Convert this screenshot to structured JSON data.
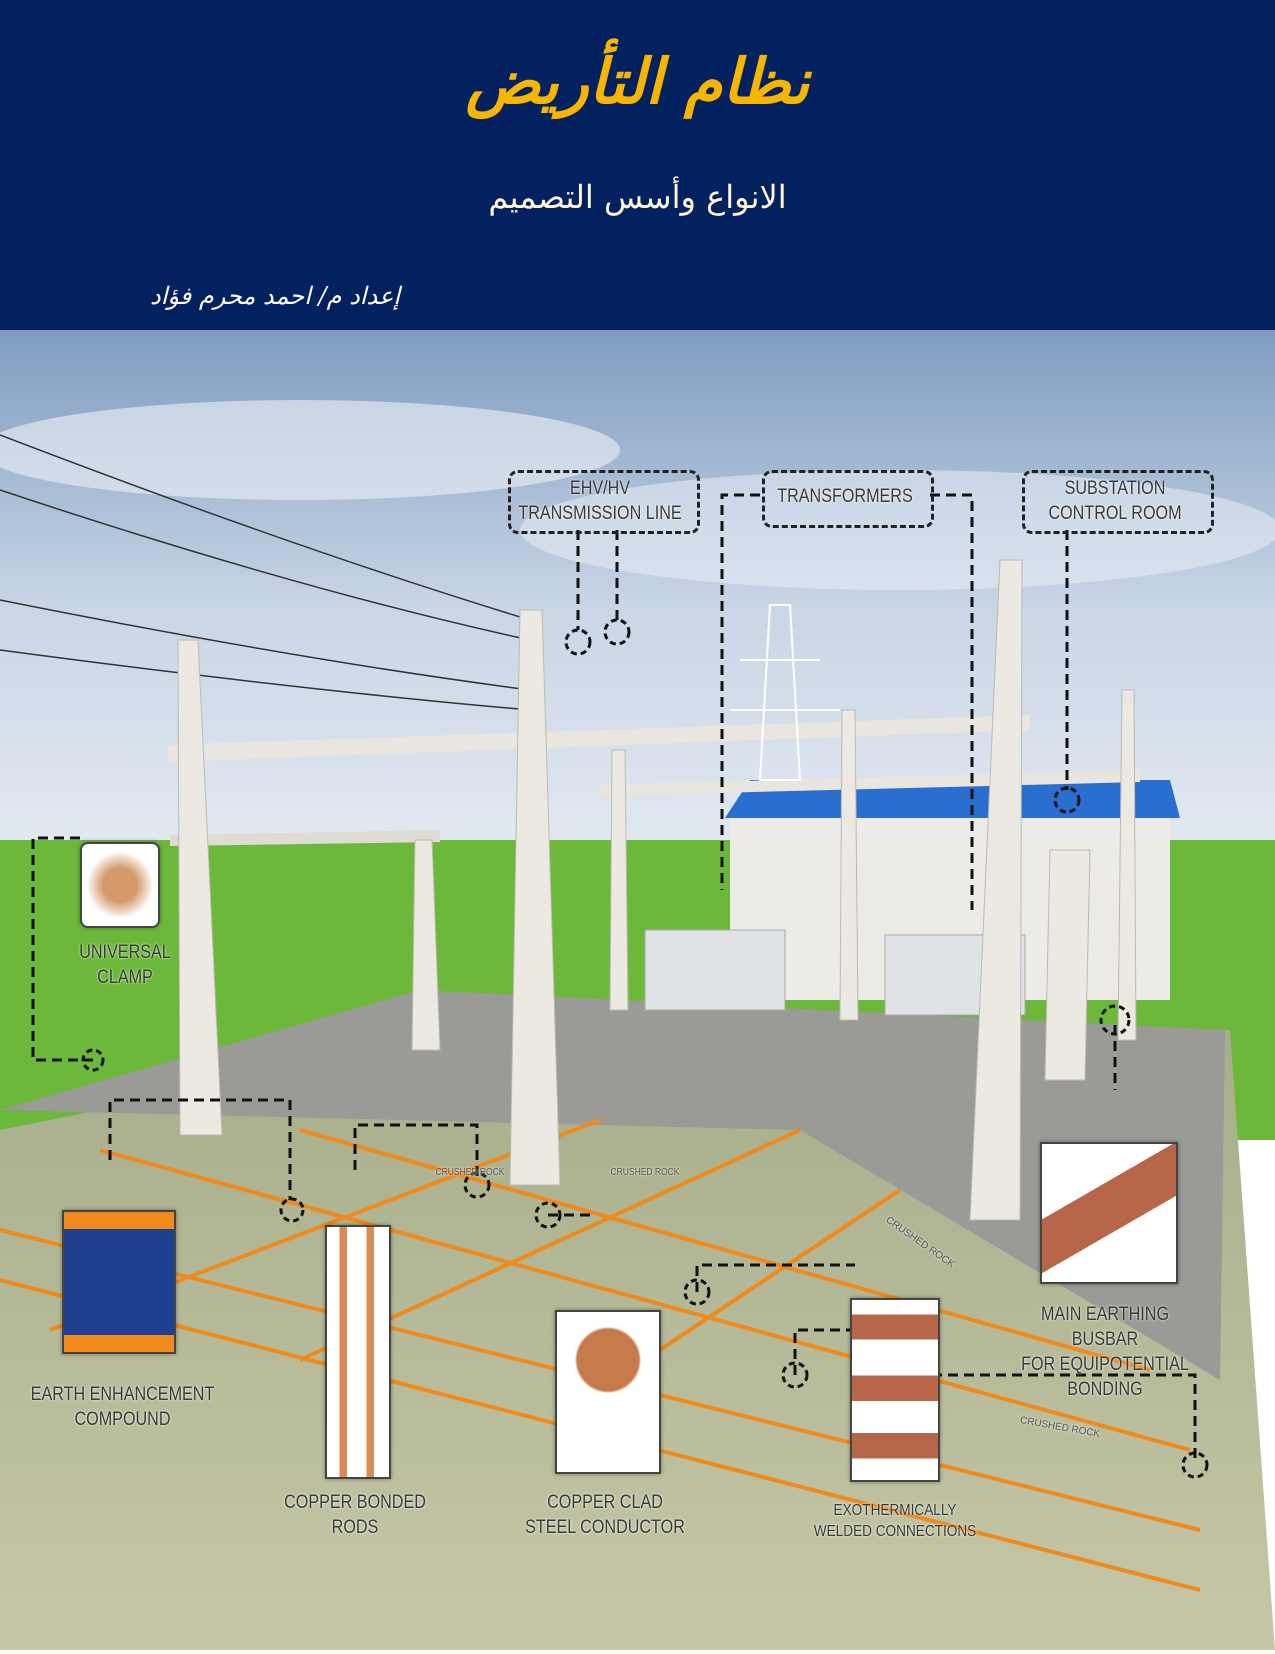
{
  "header": {
    "title": "نظام التأريض",
    "subtitle": "الانواع وأسس التصميم",
    "author": "إعداد م/ احمد محرم فؤاد"
  },
  "colors": {
    "header_bg": "#03215f",
    "title": "#f7b500",
    "roof": "#2a6fd0",
    "grass": "#6cb83a",
    "grid": "#f08a1c"
  },
  "labels": {
    "transmission_line": [
      "EHV/HV",
      "TRANSMISSION LINE"
    ],
    "transformers": "TRANSFORMERS",
    "control_room": [
      "SUBSTATION",
      "CONTROL ROOM"
    ],
    "universal_clamp": [
      "UNIVERSAL",
      "CLAMP"
    ],
    "earth_compound": [
      "EARTH ENHANCEMENT",
      "COMPOUND"
    ],
    "copper_rods": [
      "COPPER BONDED",
      "RODS"
    ],
    "copper_clad": [
      "COPPER CLAD",
      "STEEL CONDUCTOR"
    ],
    "exothermic": [
      "EXOTHERMICALLY",
      "WELDED CONNECTIONS"
    ],
    "busbar": [
      "MAIN EARTHING BUSBAR",
      "FOR EQUIPOTENTIAL",
      "BONDING"
    ],
    "crushed_rock": "CRUSHED ROCK"
  }
}
